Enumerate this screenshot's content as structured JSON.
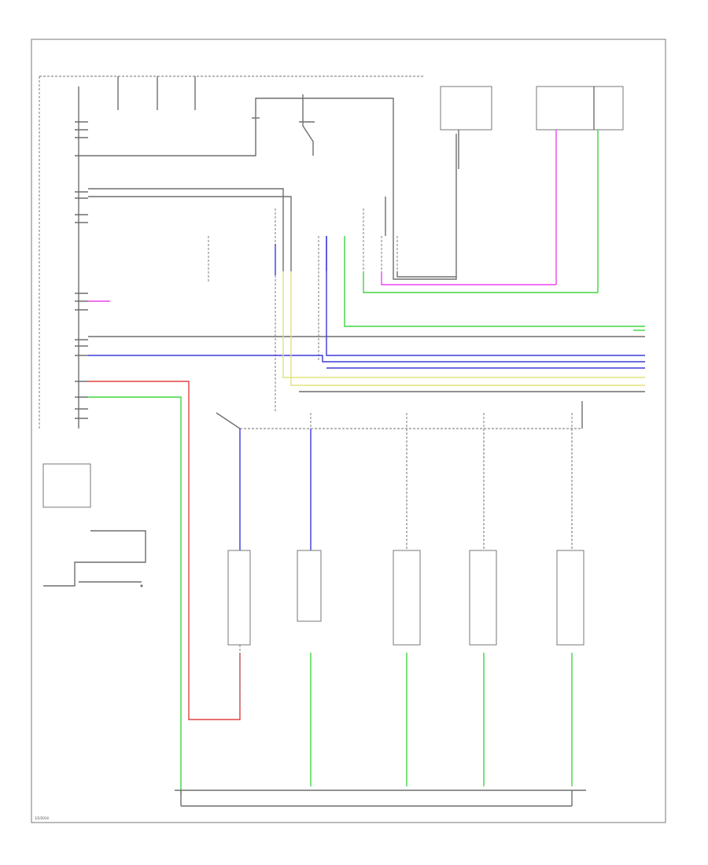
{
  "page_code": "1/2/2014",
  "colors": {
    "gray": "#6f6f6f",
    "blue": "#3a3ad8",
    "green": "#3fd63f",
    "yellow": "#e2e27a",
    "red": "#e24040",
    "pink": "#ee44ee"
  },
  "lamp_units": [
    {
      "id": "u1"
    },
    {
      "id": "u2"
    },
    {
      "id": "u3"
    },
    {
      "id": "u4"
    },
    {
      "id": "u5"
    }
  ],
  "bus_lines": [
    {
      "name": "green-bus",
      "color": "green"
    },
    {
      "name": "gray-bus",
      "color": "gray"
    },
    {
      "name": "blue-bus-1",
      "color": "blue"
    },
    {
      "name": "blue-bus-2",
      "color": "blue"
    },
    {
      "name": "blue-bus-3",
      "color": "blue"
    },
    {
      "name": "yellow-bus",
      "color": "yellow"
    },
    {
      "name": "white-bus",
      "color": "gray"
    }
  ]
}
